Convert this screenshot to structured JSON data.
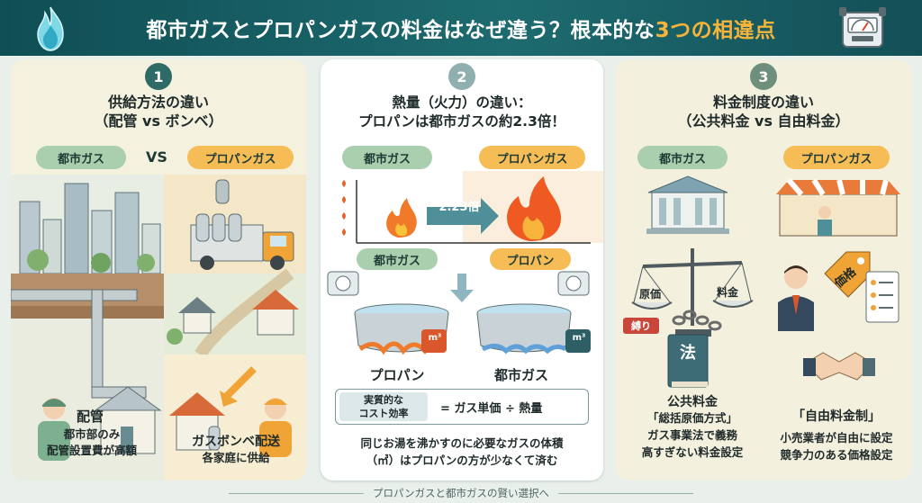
{
  "header": {
    "title_main": "都市ガスとプロパンガスの料金はなぜ違う？根本的な",
    "title_accent": "3つの相違点",
    "accent_color": "#f6b43a",
    "background_color": "#1d6b6f"
  },
  "panel1": {
    "number": "1",
    "title_line1": "供給方法の違い",
    "title_line2": "（配管 vs ボンベ）",
    "left_label": "都市ガス",
    "vs": "VS",
    "right_label": "プロパンガス",
    "left_caption_title": "配管",
    "left_caption_line1": "都市部のみ",
    "left_caption_line2": "配管設置費が高額",
    "right_caption_title": "ガスボンベ配送",
    "right_caption_line1": "各家庭に供給",
    "icons": [
      "city-icon",
      "pipe-icon",
      "worker-icon",
      "house-icon",
      "truck-icon",
      "gas-cylinder-icon",
      "delivery-worker-icon"
    ]
  },
  "panel2": {
    "number": "2",
    "title_line1": "熱量（火力）の違い：",
    "title_line2": "プロパンは都市ガスの約2.3倍！",
    "left_label": "都市ガス",
    "right_label": "プロパンガス",
    "ratio": "2.23倍",
    "small_flame_label": "都市ガス",
    "big_flame_label": "プロパン",
    "pot_left_label": "プロパン",
    "pot_right_label": "都市ガス",
    "unit": "m³",
    "cost_left_line1": "実質的な",
    "cost_left_line2": "コスト効率",
    "cost_formula": "= ガス単価 ÷ 熱量",
    "bottom_line1": "同じお湯を沸かすのに必要なガスの体積",
    "bottom_line2": "（㎥）はプロパンの方が少なくて済む",
    "icons": [
      "flame-icon",
      "pot-icon",
      "gauge-icon",
      "arrow-down-icon"
    ]
  },
  "panel3": {
    "number": "3",
    "title_line1": "料金制度の違い",
    "title_line2": "（公共料金 vs 自由料金）",
    "left_label": "都市ガス",
    "right_label": "プロパンガス",
    "scale_left": "原価",
    "scale_right": "料金",
    "stamp": "縛り",
    "law_book": "法",
    "price_tag": "価格",
    "left_caption_title": "公共料金",
    "left_caption_line1": "「総括原価方式」",
    "left_caption_line2": "ガス事業法で義務",
    "left_caption_line3": "高すぎない料金設定",
    "right_caption_title": "「自由料金制」",
    "right_caption_line1": "小売業者が自由に設定",
    "right_caption_line2": "競争力のある価格設定",
    "icons": [
      "government-building-icon",
      "scale-icon",
      "chain-icon",
      "law-book-icon",
      "shop-icon",
      "businessman-icon",
      "price-tag-icon",
      "handshake-icon"
    ]
  },
  "footer": {
    "text": "プロパンガスと都市ガスの賢い選択へ"
  }
}
